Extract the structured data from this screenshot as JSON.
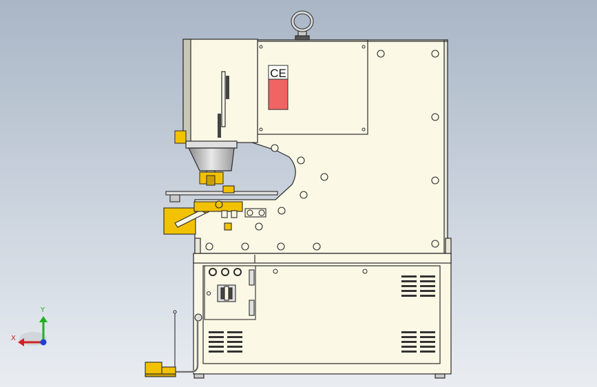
{
  "model_view": {
    "background_top": "#a9b6c6",
    "background_bottom": "#e9edf2",
    "machine_body_color": "#fbf8e6",
    "outline_color": "#2b2b2b",
    "accent_yellow": "#f2c200",
    "warning_red": "#f06464",
    "ce_mark": "CE"
  },
  "triad": {
    "x_label": "X",
    "y_label": "Y",
    "x_color": "#d42020",
    "y_color": "#20b020",
    "z_color": "#2040d0"
  }
}
